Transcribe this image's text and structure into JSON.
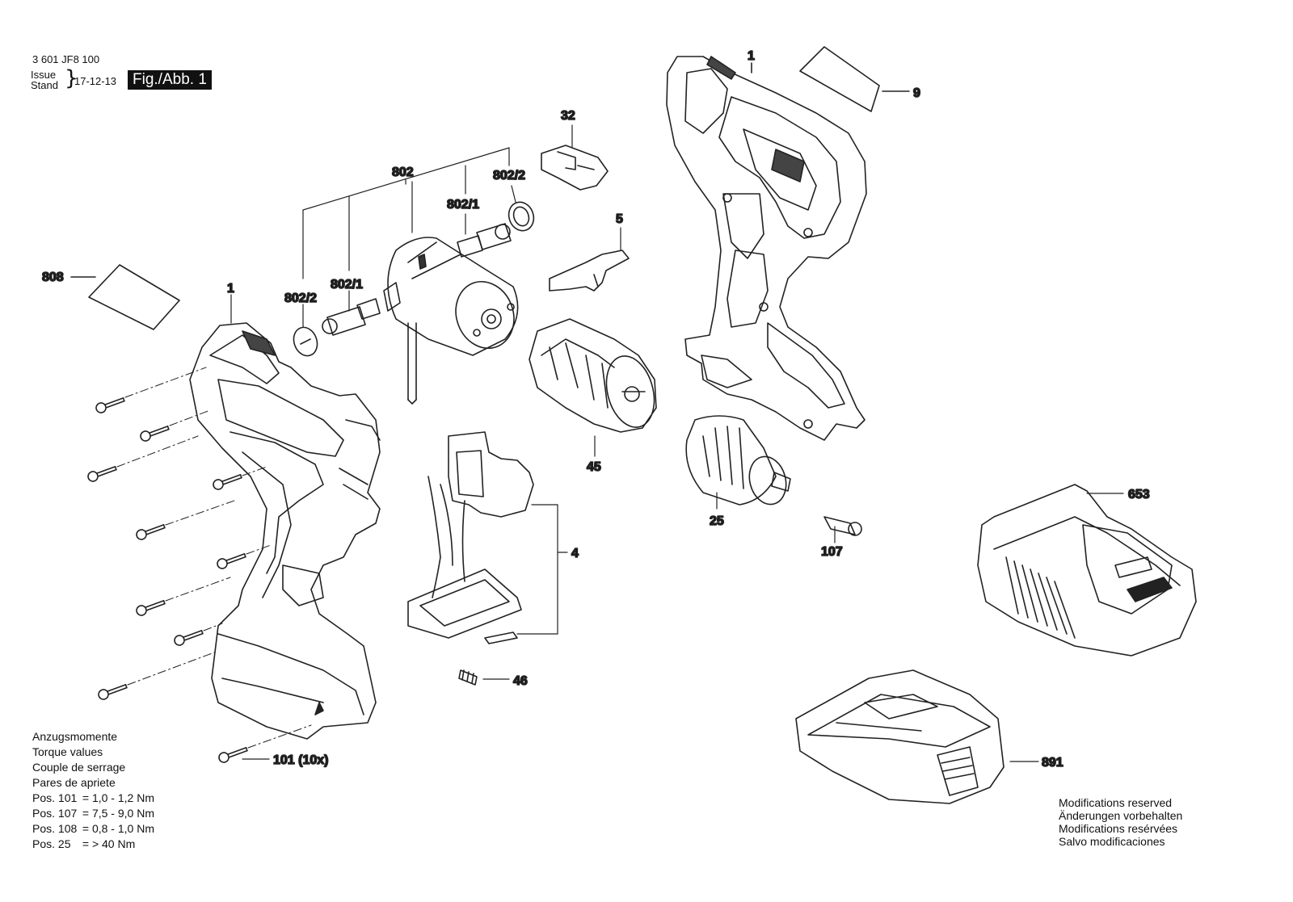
{
  "header": {
    "part_number": "3 601 JF8 100",
    "issue_label": "Issue",
    "stand_label": "Stand",
    "date": "17-12-13",
    "figure_label": "Fig./Abb. 1"
  },
  "callouts": {
    "c1_left": "1",
    "c1_right": "1",
    "c4": "4",
    "c5": "5",
    "c9": "9",
    "c25": "25",
    "c32": "32",
    "c45": "45",
    "c46": "46",
    "c101": "101 (10x)",
    "c107": "107",
    "c653": "653",
    "c802": "802",
    "c802_1_left": "802/1",
    "c802_2_left": "802/2",
    "c802_1_right": "802/1",
    "c802_2_right": "802/2",
    "c808": "808",
    "c891": "891"
  },
  "torque": {
    "title_de": "Anzugsmomente",
    "title_en": "Torque values",
    "title_fr": "Couple de serrage",
    "title_es": "Pares de apriete",
    "rows": [
      {
        "pos": "Pos. 101",
        "value": "= 1,0 - 1,2 Nm"
      },
      {
        "pos": "Pos. 107",
        "value": "= 7,5 - 9,0 Nm"
      },
      {
        "pos": "Pos. 108",
        "value": "= 0,8 - 1,0 Nm"
      },
      {
        "pos": "Pos. 25",
        "value": "= > 40 Nm"
      }
    ]
  },
  "modifications": {
    "en": "Modifications reserved",
    "de": "Änderungen vorbehalten",
    "fr": "Modifications resérvées",
    "es": "Salvo modificaciones"
  }
}
